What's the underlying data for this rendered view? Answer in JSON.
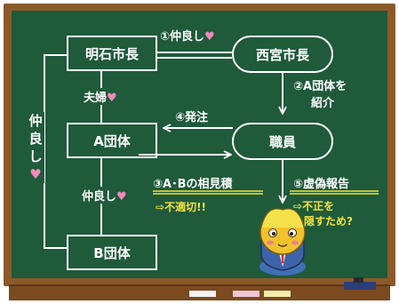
{
  "nodes": {
    "akashi_mayor": "明石市長",
    "nishinomiya_mayor": "西宮市長",
    "a_group": "A団体",
    "staff": "職員",
    "b_group": "B団体"
  },
  "relations": {
    "r1_num": "①",
    "r1_text": "仲良し",
    "couple": "夫婦",
    "r2_line1": "②A団体を",
    "r2_line2": "紹介",
    "r4": "④発注",
    "r3": "③A･Bの相見積",
    "r5": "⑤虚偽報告",
    "friends_ab": "仲良し",
    "side_label": "仲良し"
  },
  "notes": {
    "r3_note_arrow": "⇨",
    "r3_note": "不適切!!",
    "r5_note_arrow": "⇨",
    "r5_note_line1": "不正を",
    "r5_note_line2": "隠すため?"
  },
  "symbols": {
    "heart": "♥"
  },
  "colors": {
    "board": "#1f5a3b",
    "frame": "#8a5a2b",
    "chalk": "#ffffff",
    "highlight": "#f2e23a",
    "heart": "#f08abb"
  }
}
